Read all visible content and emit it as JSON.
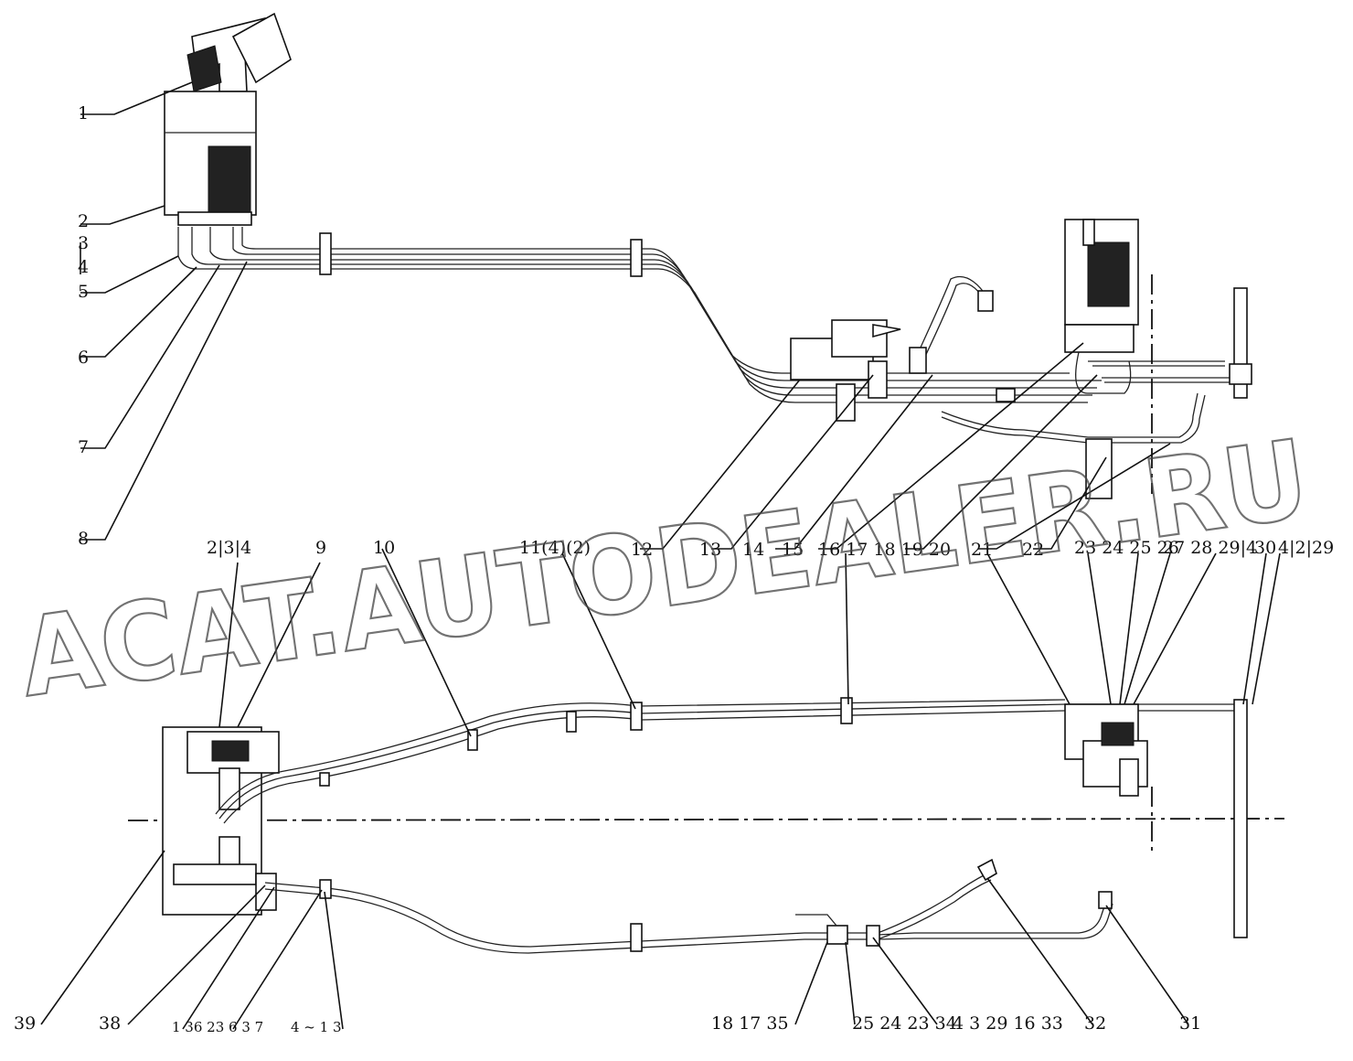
{
  "watermark": "ACAT.AUTODEALER.RU",
  "callouts_top_left": [
    "1",
    "2",
    "3",
    "4",
    "5",
    "6",
    "7",
    "8"
  ],
  "callouts_top_row": [
    "12",
    "13",
    "14",
    "15",
    "16 17 18 19 20",
    "21",
    "22"
  ],
  "callouts_mid_row": [
    "2|3|4",
    "9",
    "10",
    "11(4)(2)",
    "16 17 18 19 20",
    "21",
    "23 24 25 26",
    "27 28 29|4",
    "30",
    "4|2|29"
  ],
  "callouts_bottom_row": [
    "39",
    "38",
    "1 36 23 6 3 7",
    "4 ~ 1 3",
    "18 17 35",
    "25 24 23 34",
    "4 3 29 16 33",
    "32",
    "31"
  ]
}
